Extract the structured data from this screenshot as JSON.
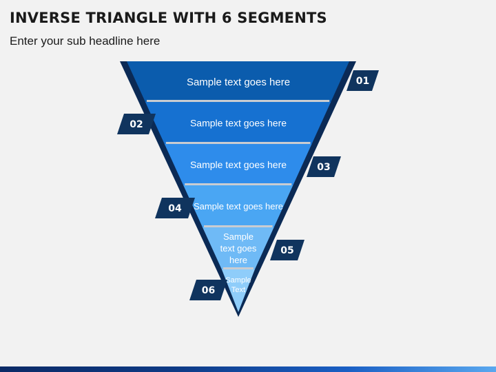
{
  "header": {
    "title": "INVERSE TRIANGLE WITH 6 SEGMENTS",
    "subtitle": "Enter your sub headline here"
  },
  "segments": [
    {
      "number": "01",
      "lines": [
        "Sample text goes here"
      ],
      "color": "#0b5cad"
    },
    {
      "number": "02",
      "lines": [
        "Sample text goes here"
      ],
      "color": "#1671d1"
    },
    {
      "number": "03",
      "lines": [
        "Sample text goes here"
      ],
      "color": "#2e8ceb"
    },
    {
      "number": "04",
      "lines": [
        "Sample text goes here"
      ],
      "color": "#4aa6f3"
    },
    {
      "number": "05",
      "lines": [
        "Sample",
        "text goes",
        "here"
      ],
      "color": "#6fbaf6"
    },
    {
      "number": "06",
      "lines": [
        "Sample",
        "Text"
      ],
      "color": "#8fcdfa"
    }
  ],
  "colors": {
    "tag": "#10345e",
    "edge": "#0b2a55",
    "separator": "#c9ccd1"
  }
}
